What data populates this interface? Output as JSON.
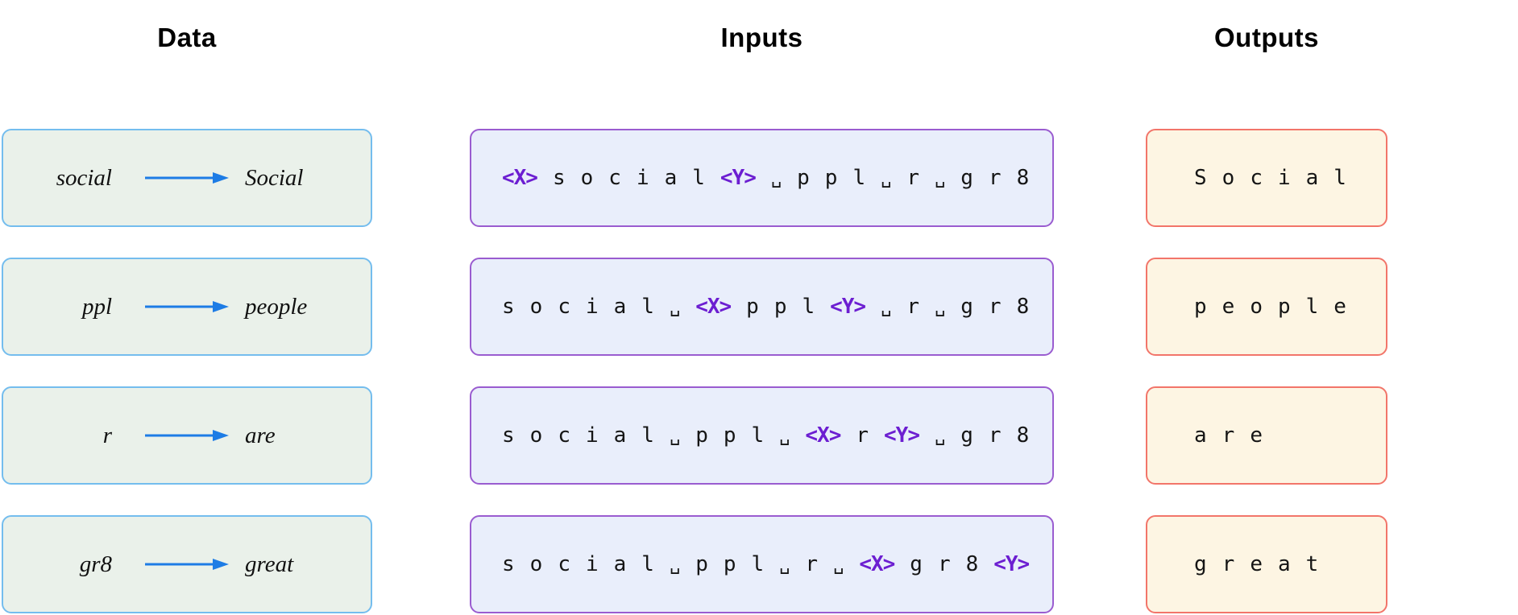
{
  "headers": {
    "data": "Data",
    "inputs": "Inputs",
    "outputs": "Outputs"
  },
  "space_marker": "␣",
  "colors": {
    "data_box_fill": "#eaf1ea",
    "data_box_border": "#74bdee",
    "input_box_fill": "#e9eefb",
    "input_box_border": "#9a5cd0",
    "output_box_fill": "#fdf5e3",
    "output_box_border": "#f2756a",
    "arrow": "#1d7ce5",
    "sentinel": "#6c1ed1",
    "text": "#151515"
  },
  "rows": [
    {
      "data": {
        "from": "social",
        "to": "Social"
      },
      "input_tokens": [
        "<X>",
        "s",
        "o",
        "c",
        "i",
        "a",
        "l",
        "<Y>",
        "␣",
        "p",
        "p",
        "l",
        "␣",
        "r",
        "␣",
        "g",
        "r",
        "8"
      ],
      "output": "Social"
    },
    {
      "data": {
        "from": "ppl",
        "to": "people"
      },
      "input_tokens": [
        "s",
        "o",
        "c",
        "i",
        "a",
        "l",
        "␣",
        "<X>",
        "p",
        "p",
        "l",
        "<Y>",
        "␣",
        "r",
        "␣",
        "g",
        "r",
        "8"
      ],
      "output": "people"
    },
    {
      "data": {
        "from": "r",
        "to": "are"
      },
      "input_tokens": [
        "s",
        "o",
        "c",
        "i",
        "a",
        "l",
        "␣",
        "p",
        "p",
        "l",
        "␣",
        "<X>",
        "r",
        "<Y>",
        "␣",
        "g",
        "r",
        "8"
      ],
      "output": "are"
    },
    {
      "data": {
        "from": "gr8",
        "to": "great"
      },
      "input_tokens": [
        "s",
        "o",
        "c",
        "i",
        "a",
        "l",
        "␣",
        "p",
        "p",
        "l",
        "␣",
        "r",
        "␣",
        "<X>",
        "g",
        "r",
        "8",
        "<Y>"
      ],
      "output": "great"
    }
  ]
}
